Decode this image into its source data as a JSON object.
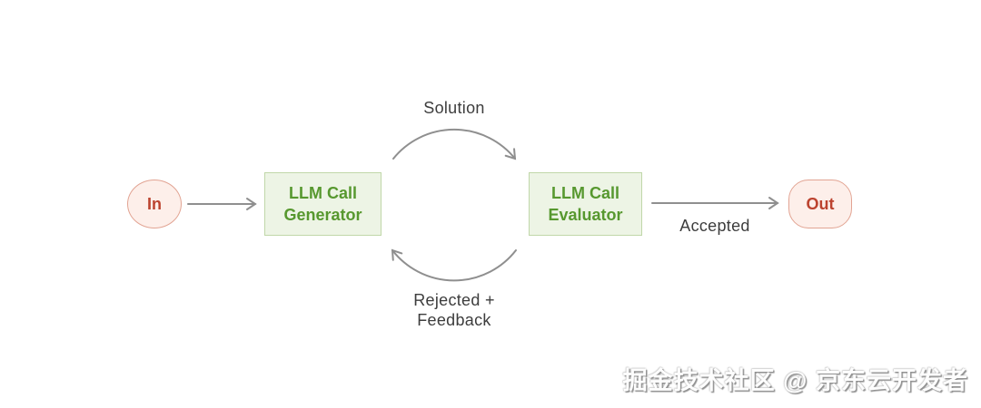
{
  "diagram": {
    "title_implied": "Evaluator-optimizer LLM workflow",
    "nodes": {
      "in": {
        "label": "In"
      },
      "generator": {
        "line1": "LLM Call",
        "line2": "Generator"
      },
      "evaluator": {
        "line1": "LLM Call",
        "line2": "Evaluator"
      },
      "out": {
        "label": "Out"
      }
    },
    "edges": {
      "in_to_generator": {
        "label": ""
      },
      "generator_to_evaluator": {
        "label": "Solution"
      },
      "evaluator_to_generator": {
        "label_line1": "Rejected +",
        "label_line2": "Feedback"
      },
      "evaluator_to_out": {
        "label": "Accepted"
      }
    }
  },
  "watermark": {
    "text": "掘金技术社区 @ 京东云开发者"
  },
  "colors": {
    "node_green_bg": "#edf4e5",
    "node_green_border": "#c0d7a9",
    "node_green_text": "#57982f",
    "node_pink_bg": "#fdefea",
    "node_pink_border": "#e2a493",
    "node_pink_text": "#bc432f",
    "arrow_color": "#8f8f8f",
    "label_color": "#3d3d3d",
    "canvas_bg": "#ffffff"
  }
}
